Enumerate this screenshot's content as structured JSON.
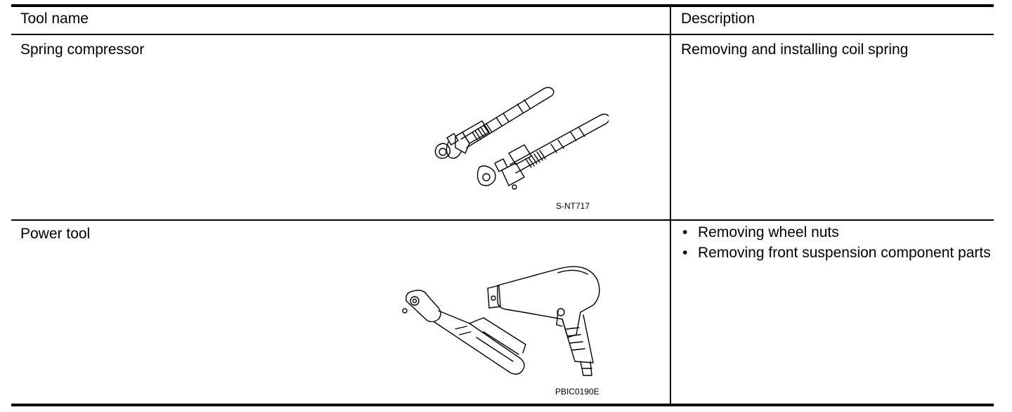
{
  "header": {
    "tool_name": "Tool name",
    "description": "Description"
  },
  "rows": [
    {
      "tool_name": "Spring compressor",
      "description": "Removing and installing coil spring",
      "figure_code": "S-NT717"
    },
    {
      "tool_name": "Power tool",
      "description_items": [
        "Removing wheel nuts",
        "Removing front suspension component parts"
      ],
      "figure_code": "PBIC0190E"
    }
  ]
}
